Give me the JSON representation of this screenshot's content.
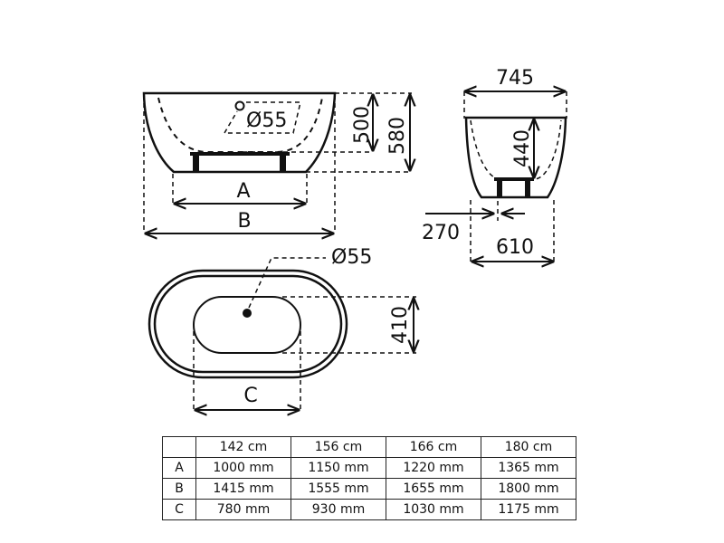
{
  "side_view": {
    "label_a": "A",
    "label_b": "B",
    "drain_diameter": "Ø55",
    "depth_inner": "500",
    "height_total": "580"
  },
  "end_view": {
    "width_top": "745",
    "depth_inner": "440",
    "foot_offset": "270",
    "width_base": "610"
  },
  "top_view": {
    "drain_diameter": "Ø55",
    "inner_width": "410",
    "label_c": "C"
  },
  "table": {
    "columns": [
      "",
      "142 cm",
      "156 cm",
      "166 cm",
      "180 cm"
    ],
    "rows": [
      {
        "label": "A",
        "values": [
          "1000 mm",
          "1150 mm",
          "1220 mm",
          "1365 mm"
        ]
      },
      {
        "label": "B",
        "values": [
          "1415 mm",
          "1555 mm",
          "1655 mm",
          "1800 mm"
        ]
      },
      {
        "label": "C",
        "values": [
          "780 mm",
          "930 mm",
          "1030 mm",
          "1175 mm"
        ]
      }
    ]
  }
}
